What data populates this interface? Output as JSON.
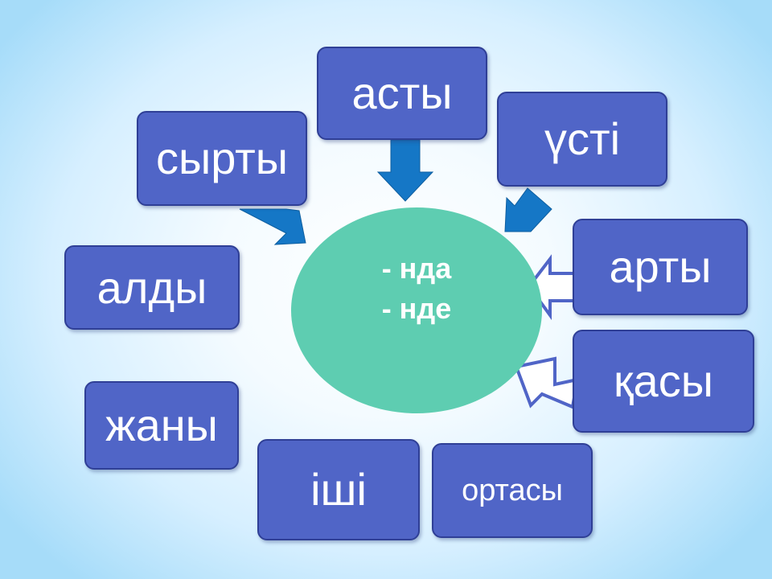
{
  "center": {
    "lines": [
      "- нда",
      "- нде"
    ],
    "color": "#5ecdb1"
  },
  "boxes": {
    "asty": "асты",
    "syrty": "сырты",
    "usti": "үсті",
    "aldy": "алды",
    "arty": "арты",
    "qasy": "қасы",
    "zhany": "жаны",
    "ishi": "іші",
    "ortasy": "ортасы"
  },
  "colors": {
    "box_fill": "#5065c7",
    "arrow_blue": "#1577c6",
    "arrow_outline": "#5065c7",
    "center_fill": "#5ecdb1"
  }
}
